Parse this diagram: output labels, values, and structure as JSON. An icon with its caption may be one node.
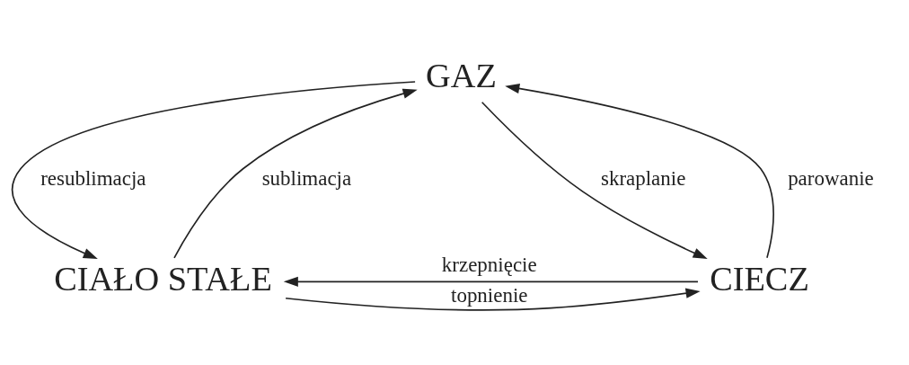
{
  "diagram": {
    "nodes": [
      {
        "text": [
          "GAZ"
        ]
      },
      {
        "text": [
          "CIAŁO STAŁE"
        ]
      },
      {
        "text": [
          "CIECZ"
        ]
      }
    ],
    "edges": [
      {
        "from": 1,
        "to": 0,
        "arrow": "to",
        "label": "sublimacja"
      },
      {
        "from": 0,
        "to": 1,
        "arrow": "to",
        "label": "resublimacja"
      },
      {
        "from": 2,
        "to": 0,
        "arrow": "to",
        "label": "parowanie"
      },
      {
        "from": 0,
        "to": 2,
        "arrow": "to",
        "label": "skraplanie"
      },
      {
        "from": 1,
        "to": 2,
        "arrow": "to",
        "label": "topnienie"
      },
      {
        "from": 2,
        "to": 1,
        "arrow": "to",
        "label": "krzepnięcie"
      }
    ]
  }
}
